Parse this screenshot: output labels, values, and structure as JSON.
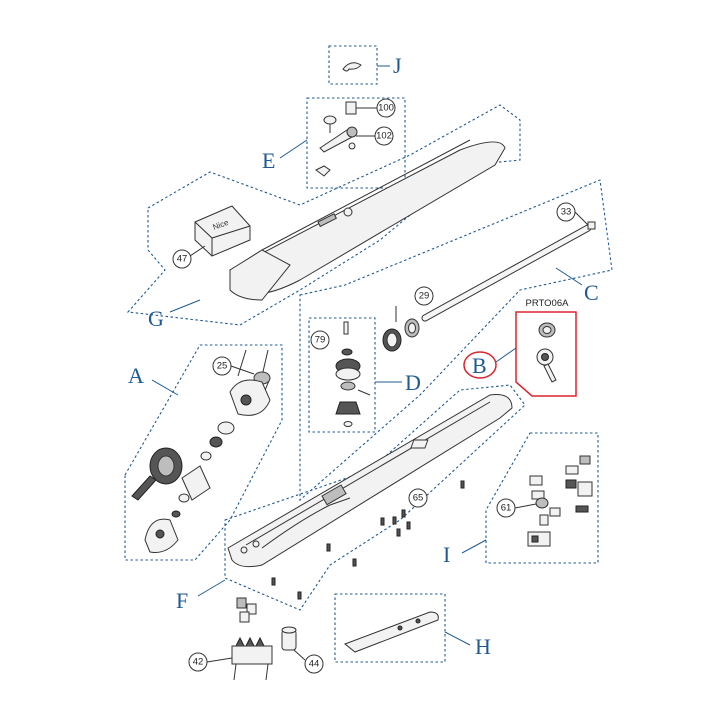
{
  "section_labels": {
    "A": "A",
    "B": "B",
    "C": "C",
    "D": "D",
    "E": "E",
    "F": "F",
    "G": "G",
    "H": "H",
    "I": "I",
    "J": "J"
  },
  "part_numbers": {
    "p100": "100",
    "p102": "102",
    "p47": "47",
    "p33": "33",
    "p29": "29",
    "p79": "79",
    "p25": "25",
    "p65": "65",
    "p61": "61",
    "p42": "42",
    "p44": "44"
  },
  "highlight": {
    "code": "PRTO06A",
    "color": "#d9262e"
  },
  "brand_text": "Nice",
  "colors": {
    "zone": "#1f5a92",
    "highlight": "#d9262e"
  }
}
